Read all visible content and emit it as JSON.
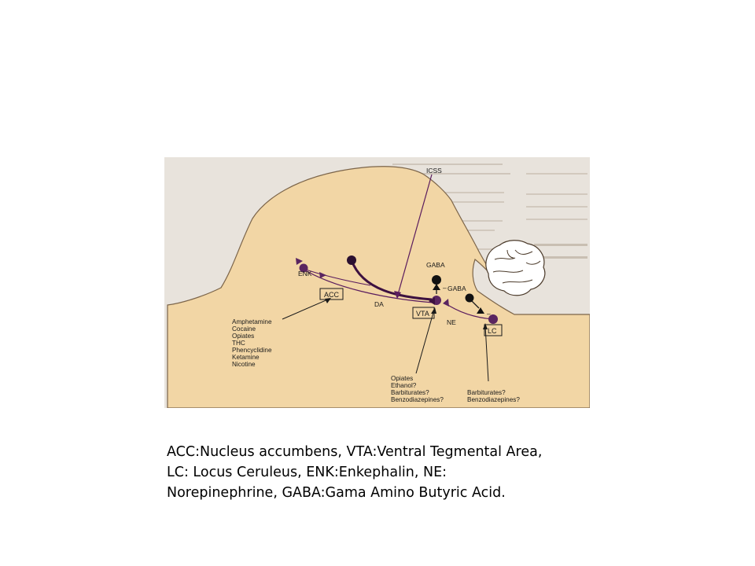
{
  "diagram": {
    "region_labels": {
      "icss": "ICSS",
      "enk": "ENK",
      "acc": "ACC",
      "da": "DA",
      "vta": "VTA",
      "ne": "NE",
      "lc": "LC",
      "gaba_top": "GABA",
      "gaba_side": "GABA",
      "minus": "–"
    },
    "drug_lists": {
      "acc_drugs": [
        "Amphetamine",
        "Cocaine",
        "Opiates",
        "THC",
        "Phencyclidine",
        "Ketamine",
        "Nicotine"
      ],
      "vta_drugs": [
        "Opiates",
        "Ethanol?",
        "Barbiturates?",
        "Benzodiazepines?"
      ],
      "lc_drugs": [
        "Barbiturates?",
        "Benzodiazepines?"
      ]
    },
    "colors": {
      "brain_fill": "#f2d6a5",
      "page_fill": "#e7e2da",
      "pathway": "#5b1d5e",
      "neuron": "#5a2560"
    }
  },
  "caption": {
    "lines": [
      "ACC:Nucleus accumbens, VTA:Ventral Tegmental Area,",
      "LC: Locus Ceruleus, ENK:Enkephalin, NE:",
      "Norepinephrine, GABA:Gama Amino Butyric Acid."
    ]
  }
}
